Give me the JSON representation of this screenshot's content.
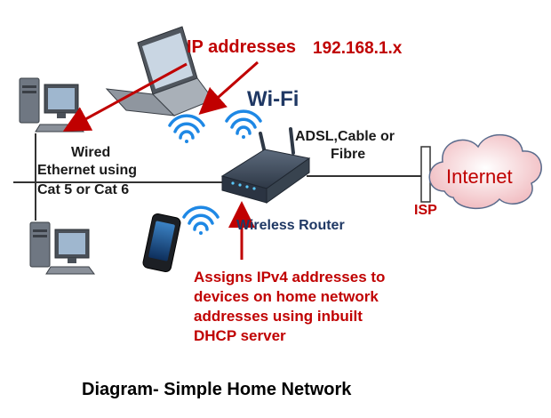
{
  "labels": {
    "ip_addresses": "IP addresses",
    "ip_range": "192.168.1.x",
    "wifi": "Wi-Fi",
    "wired_line1": "Wired",
    "wired_line2": "Ethernet using",
    "wired_line3": "Cat 5 or Cat 6",
    "adsl_line1": "ADSL,Cable or",
    "adsl_line2": "Fibre",
    "internet": "Internet",
    "isp": "ISP",
    "wireless_router": "Wireless Router",
    "assigns_line1": "Assigns IPv4 addresses  to",
    "assigns_line2": "devices on home network",
    "assigns_line3": "addresses using inbuilt",
    "assigns_line4": "DHCP server",
    "caption": "Diagram- Simple Home Network"
  },
  "colors": {
    "annotation_red": "#c00000",
    "wifi_blue": "#1e88e5",
    "router_body": "#3c4a5c",
    "cloud_fill": "#f4c6ca",
    "label_navy": "#1f3864"
  }
}
